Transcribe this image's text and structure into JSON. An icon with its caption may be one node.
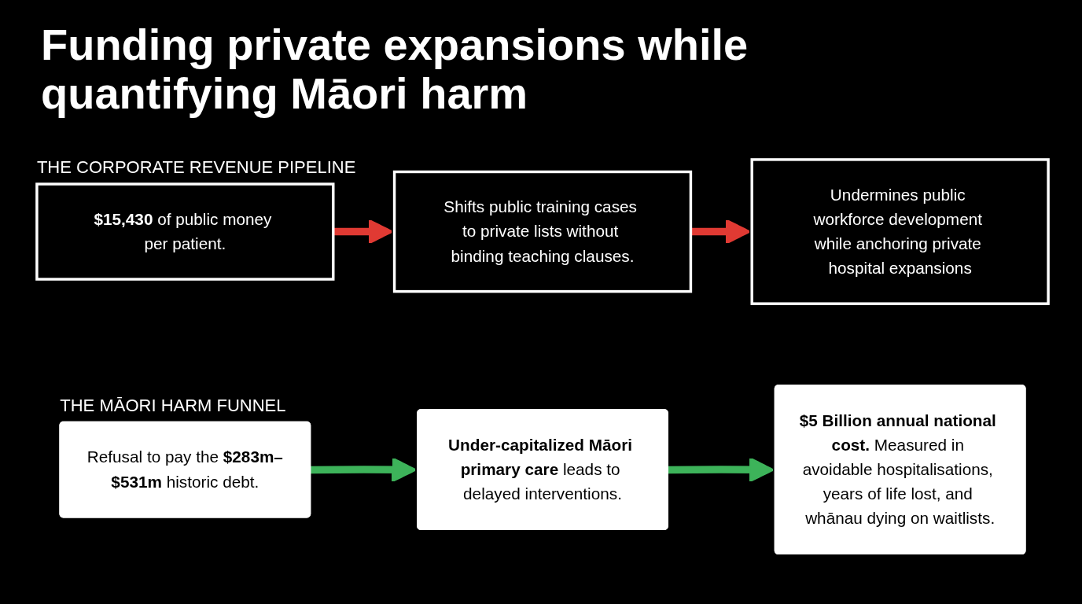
{
  "diagram": {
    "title": "Funding private expansions while quantifying Māori harm",
    "nodes": [
      {
        "text": [
          "**$15,430** of public money per patient."
        ]
      },
      {
        "text": [
          "Shifts public training cases to private lists without binding teaching clauses."
        ]
      },
      {
        "text": [
          "Undermines public workforce development while anchoring private hospital expansions"
        ]
      },
      {
        "text": [
          "Refusal to pay the **$283m–$531m** historic debt."
        ]
      },
      {
        "text": [
          "**Under-capitalized Māori primary care** leads to delayed interventions."
        ]
      },
      {
        "text": [
          "**$5 Billion annual national cost.** Measured in avoidable hospitalisations, years of life lost, and whānau dying on waitlists."
        ]
      }
    ],
    "edges": [
      {
        "from": 0,
        "to": 1,
        "arrow": "to",
        "color": "#e03a33"
      },
      {
        "from": 1,
        "to": 2,
        "arrow": "to",
        "color": "#e03a33"
      },
      {
        "from": 3,
        "to": 4,
        "arrow": "to",
        "color": "#3db35a"
      },
      {
        "from": 4,
        "to": 5,
        "arrow": "to",
        "color": "#3db35a"
      }
    ],
    "labels": [
      "THE CORPORATE REVENUE PIPELINE",
      "THE MĀORI HARM FUNNEL"
    ]
  }
}
